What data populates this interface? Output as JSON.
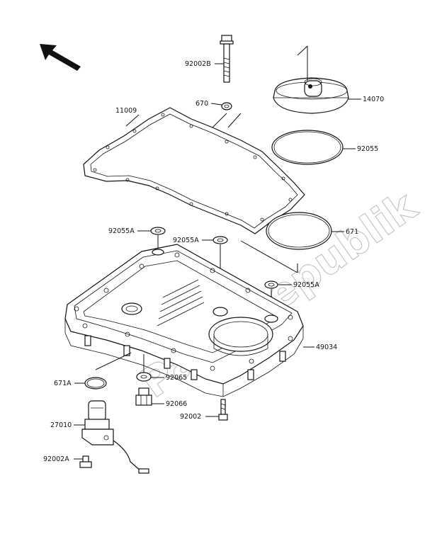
{
  "watermark": "PartsRepublik",
  "labels": {
    "bolt_top": "92002B",
    "washer_670": "670",
    "gasket_11009": "11009",
    "cover_14070": "14070",
    "oring_92055": "92055",
    "oring_671": "671",
    "washer_92055a_left": "92055A",
    "washer_92055a_mid": "92055A",
    "washer_92055a_right": "92055A",
    "pan_49034": "49034",
    "oring_671a": "671A",
    "washer_92065": "92065",
    "plug_92066": "92066",
    "bolt_92002": "92002",
    "switch_27010": "27010",
    "bolt_92002a": "92002A"
  }
}
